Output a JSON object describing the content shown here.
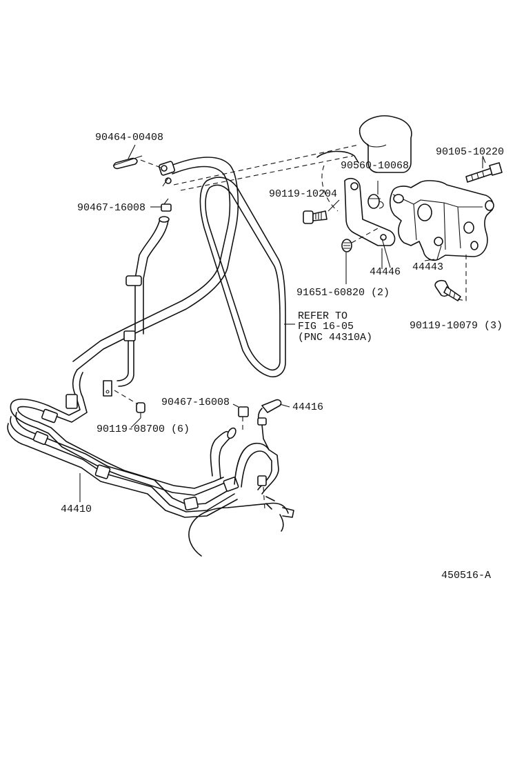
{
  "diagram_id": "450516-A",
  "labels": {
    "p90464_00408": "90464-00408",
    "p90467_16008_top": "90467-16008",
    "p90560_10068": "90560-10068",
    "p90105_10220": "90105-10220",
    "p90119_10204": "90119-10204",
    "p44446": "44446",
    "p44443": "44443",
    "p91651_60820": "91651-60820 (2)",
    "p90119_10079": "90119-10079 (3)",
    "refer_line1": "REFER TO",
    "refer_line2": "FIG 16-05",
    "refer_line3": "(PNC 44310A)",
    "p90467_16008_mid": "90467-16008",
    "p44416": "44416",
    "p90119_08700": "90119-08700 (6)",
    "p44410": "44410"
  }
}
